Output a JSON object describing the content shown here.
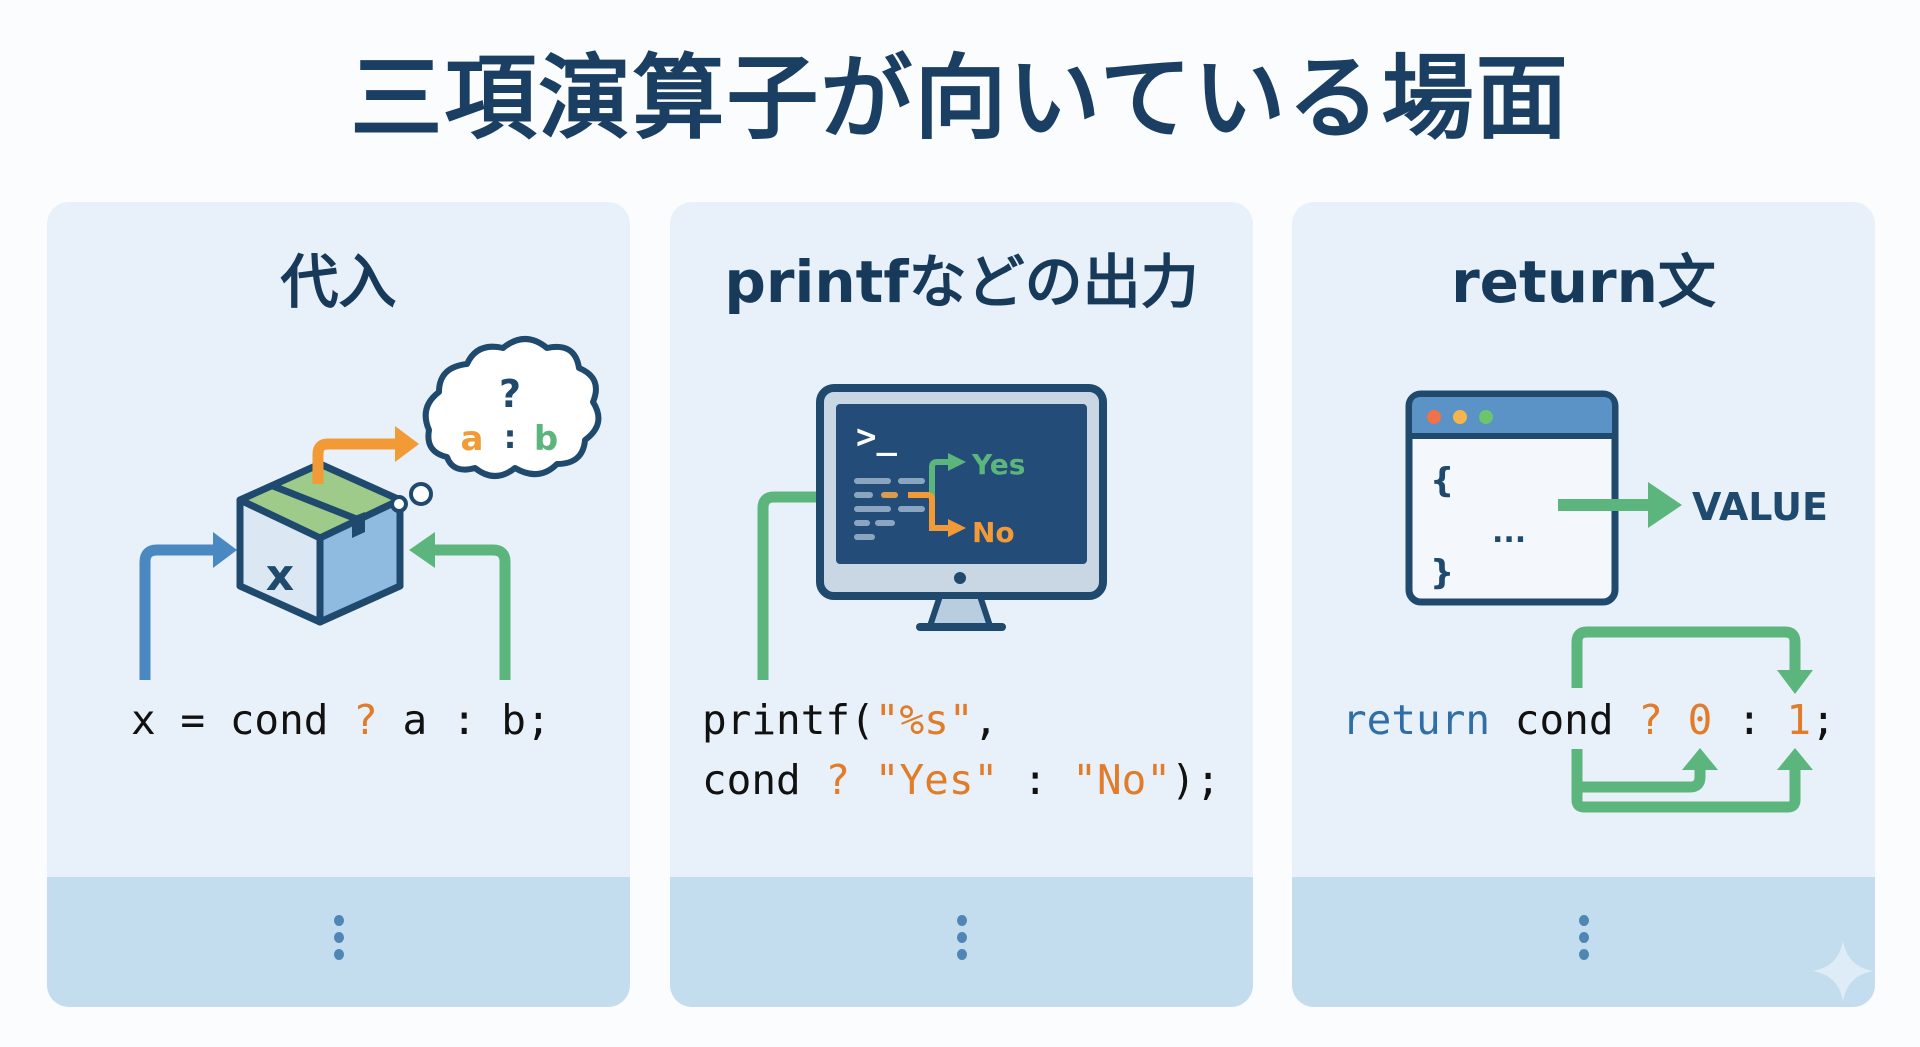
{
  "title": "三項演算子が向いている場面",
  "colors": {
    "title": "#1b3f63",
    "card_bg": "#e8f1f9",
    "card_footer": "#c3ddef",
    "blue": "#4a88c2",
    "green": "#5cb57c",
    "orange": "#f29a35",
    "navy": "#1f4a6e"
  },
  "cards": [
    {
      "heading": "代入",
      "illustration": {
        "box_label": "x",
        "thought": {
          "question": "?",
          "left": "a",
          "sep": ":",
          "right": "b"
        }
      },
      "code": {
        "prefix": "x = cond ",
        "q": "?",
        "mid": " a : b;"
      },
      "more_icon": "vertical-ellipsis-icon"
    },
    {
      "heading": "printfなどの出力",
      "illustration": {
        "prompt": ">_",
        "yes": "Yes",
        "no": "No"
      },
      "code": {
        "line1_pre": "printf(",
        "line1_str": "\"%s\"",
        "line1_post": ",",
        "line2_pre": "cond ",
        "line2_q": "?",
        "line2_sp": " ",
        "line2_yes": "\"Yes\"",
        "line2_colon": " : ",
        "line2_no": "\"No\"",
        "line2_post": ");"
      },
      "more_icon": "vertical-ellipsis-icon"
    },
    {
      "heading": "return文",
      "illustration": {
        "open_brace": "{",
        "ellipsis": "...",
        "close_brace": "}",
        "value_label": "VALUE"
      },
      "code": {
        "kw": "return",
        "cond": " cond ",
        "q": "?",
        "sp1": " ",
        "zero": "0",
        "colon": " : ",
        "one": "1",
        "semi": ";"
      },
      "more_icon": "vertical-ellipsis-icon"
    }
  ]
}
